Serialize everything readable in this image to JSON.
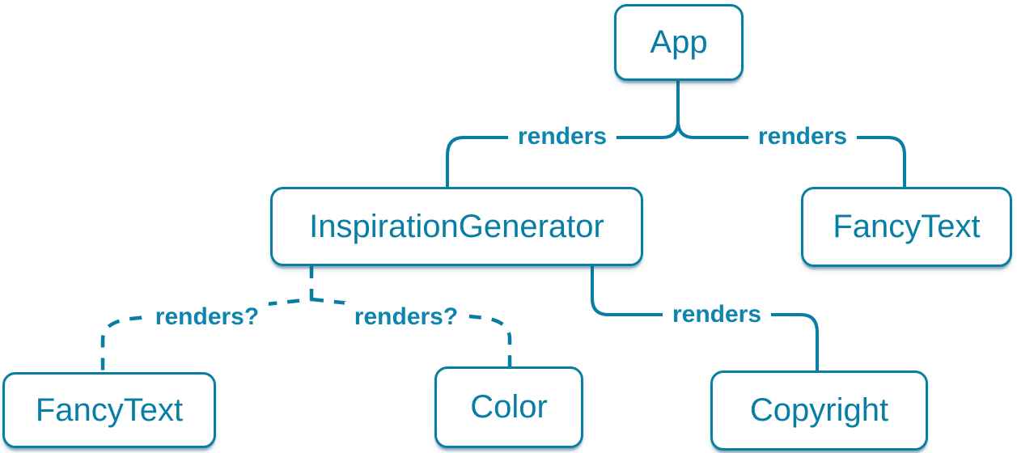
{
  "colors": {
    "accent": "#087EA4",
    "node_background": "#FFFFFF",
    "page_background": "#FFFFFF"
  },
  "nodes": [
    {
      "id": "app",
      "label": "App"
    },
    {
      "id": "inspiration-generator",
      "label": "InspirationGenerator"
    },
    {
      "id": "fancy-text-top",
      "label": "FancyText"
    },
    {
      "id": "fancy-text-bottom",
      "label": "FancyText"
    },
    {
      "id": "color",
      "label": "Color"
    },
    {
      "id": "copyright",
      "label": "Copyright"
    }
  ],
  "edges": [
    {
      "from": "App",
      "to": "InspirationGenerator",
      "label": "renders",
      "style": "solid"
    },
    {
      "from": "App",
      "to": "FancyText",
      "label": "renders",
      "style": "solid"
    },
    {
      "from": "InspirationGenerator",
      "to": "FancyText",
      "label": "renders?",
      "style": "dashed"
    },
    {
      "from": "InspirationGenerator",
      "to": "Color",
      "label": "renders?",
      "style": "dashed"
    },
    {
      "from": "InspirationGenerator",
      "to": "Copyright",
      "label": "renders",
      "style": "solid"
    }
  ]
}
